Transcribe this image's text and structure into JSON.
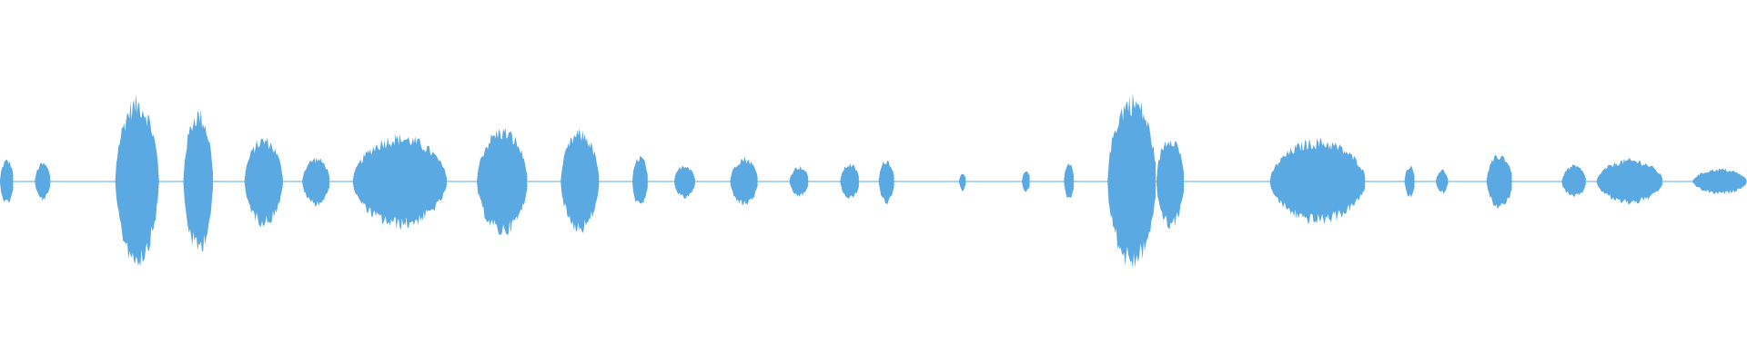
{
  "waveform": {
    "color": "#5aa9e2",
    "background": "#ffffff",
    "amplitude_scale": 1.0,
    "segments": [
      {
        "start": 0.0,
        "end": 0.008,
        "peak": 0.26
      },
      {
        "start": 0.02,
        "end": 0.029,
        "peak": 0.22
      },
      {
        "start": 0.066,
        "end": 0.091,
        "peak": 0.97
      },
      {
        "start": 0.105,
        "end": 0.122,
        "peak": 0.83
      },
      {
        "start": 0.14,
        "end": 0.162,
        "peak": 0.51
      },
      {
        "start": 0.173,
        "end": 0.189,
        "peak": 0.28
      },
      {
        "start": 0.202,
        "end": 0.256,
        "peak": 0.54
      },
      {
        "start": 0.273,
        "end": 0.302,
        "peak": 0.62
      },
      {
        "start": 0.321,
        "end": 0.343,
        "peak": 0.59
      },
      {
        "start": 0.362,
        "end": 0.371,
        "peak": 0.3
      },
      {
        "start": 0.386,
        "end": 0.398,
        "peak": 0.2
      },
      {
        "start": 0.418,
        "end": 0.434,
        "peak": 0.28
      },
      {
        "start": 0.452,
        "end": 0.463,
        "peak": 0.18
      },
      {
        "start": 0.481,
        "end": 0.492,
        "peak": 0.21
      },
      {
        "start": 0.503,
        "end": 0.512,
        "peak": 0.26
      },
      {
        "start": 0.549,
        "end": 0.553,
        "peak": 0.11
      },
      {
        "start": 0.585,
        "end": 0.59,
        "peak": 0.12
      },
      {
        "start": 0.609,
        "end": 0.615,
        "peak": 0.21
      },
      {
        "start": 0.634,
        "end": 0.662,
        "peak": 1.0
      },
      {
        "start": 0.662,
        "end": 0.678,
        "peak": 0.54
      },
      {
        "start": 0.727,
        "end": 0.782,
        "peak": 0.49
      },
      {
        "start": 0.804,
        "end": 0.81,
        "peak": 0.19
      },
      {
        "start": 0.822,
        "end": 0.829,
        "peak": 0.14
      },
      {
        "start": 0.851,
        "end": 0.866,
        "peak": 0.32
      },
      {
        "start": 0.894,
        "end": 0.908,
        "peak": 0.19
      },
      {
        "start": 0.914,
        "end": 0.952,
        "peak": 0.26
      },
      {
        "start": 0.969,
        "end": 1.0,
        "peak": 0.15
      }
    ]
  }
}
